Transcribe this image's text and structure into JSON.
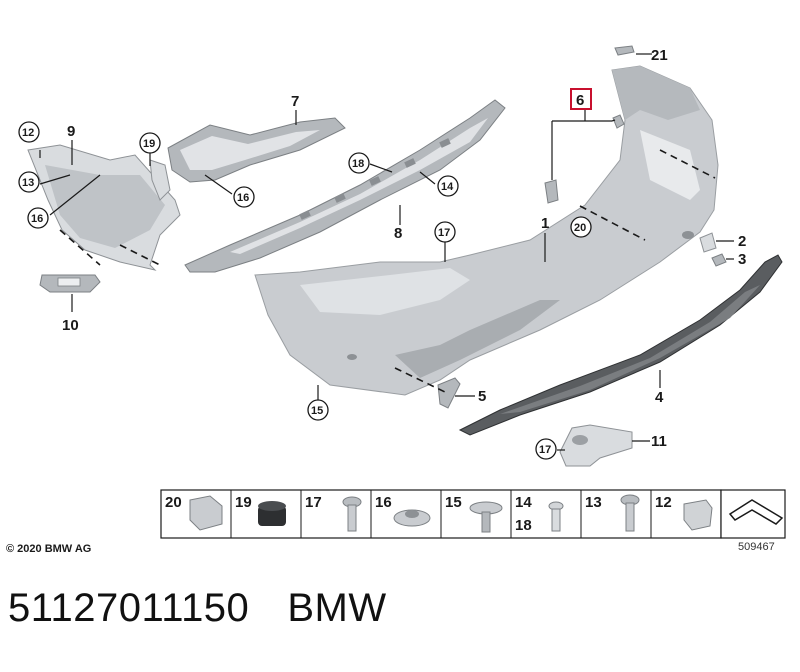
{
  "callouts": {
    "c1": "1",
    "c2": "2",
    "c3": "3",
    "c4": "4",
    "c5": "5",
    "c6": "6",
    "c7": "7",
    "c8": "8",
    "c9": "9",
    "c10": "10",
    "c11": "11",
    "c12": "12",
    "c13": "13",
    "c14": "14",
    "c15": "15",
    "c16a": "16",
    "c16b": "16",
    "c17a": "17",
    "c17b": "17",
    "c18": "18",
    "c19": "19",
    "c20": "20",
    "c21": "21"
  },
  "strip": [
    "20",
    "19",
    "17",
    "16",
    "15",
    "14",
    "18",
    "13",
    "12"
  ],
  "copyright": "© 2020 BMW AG",
  "ref_number": "509467",
  "caption": {
    "part_number": "51127011150",
    "brand": "BMW"
  },
  "colors": {
    "highlight": "#c8102e",
    "ink": "#1a1a1a"
  }
}
